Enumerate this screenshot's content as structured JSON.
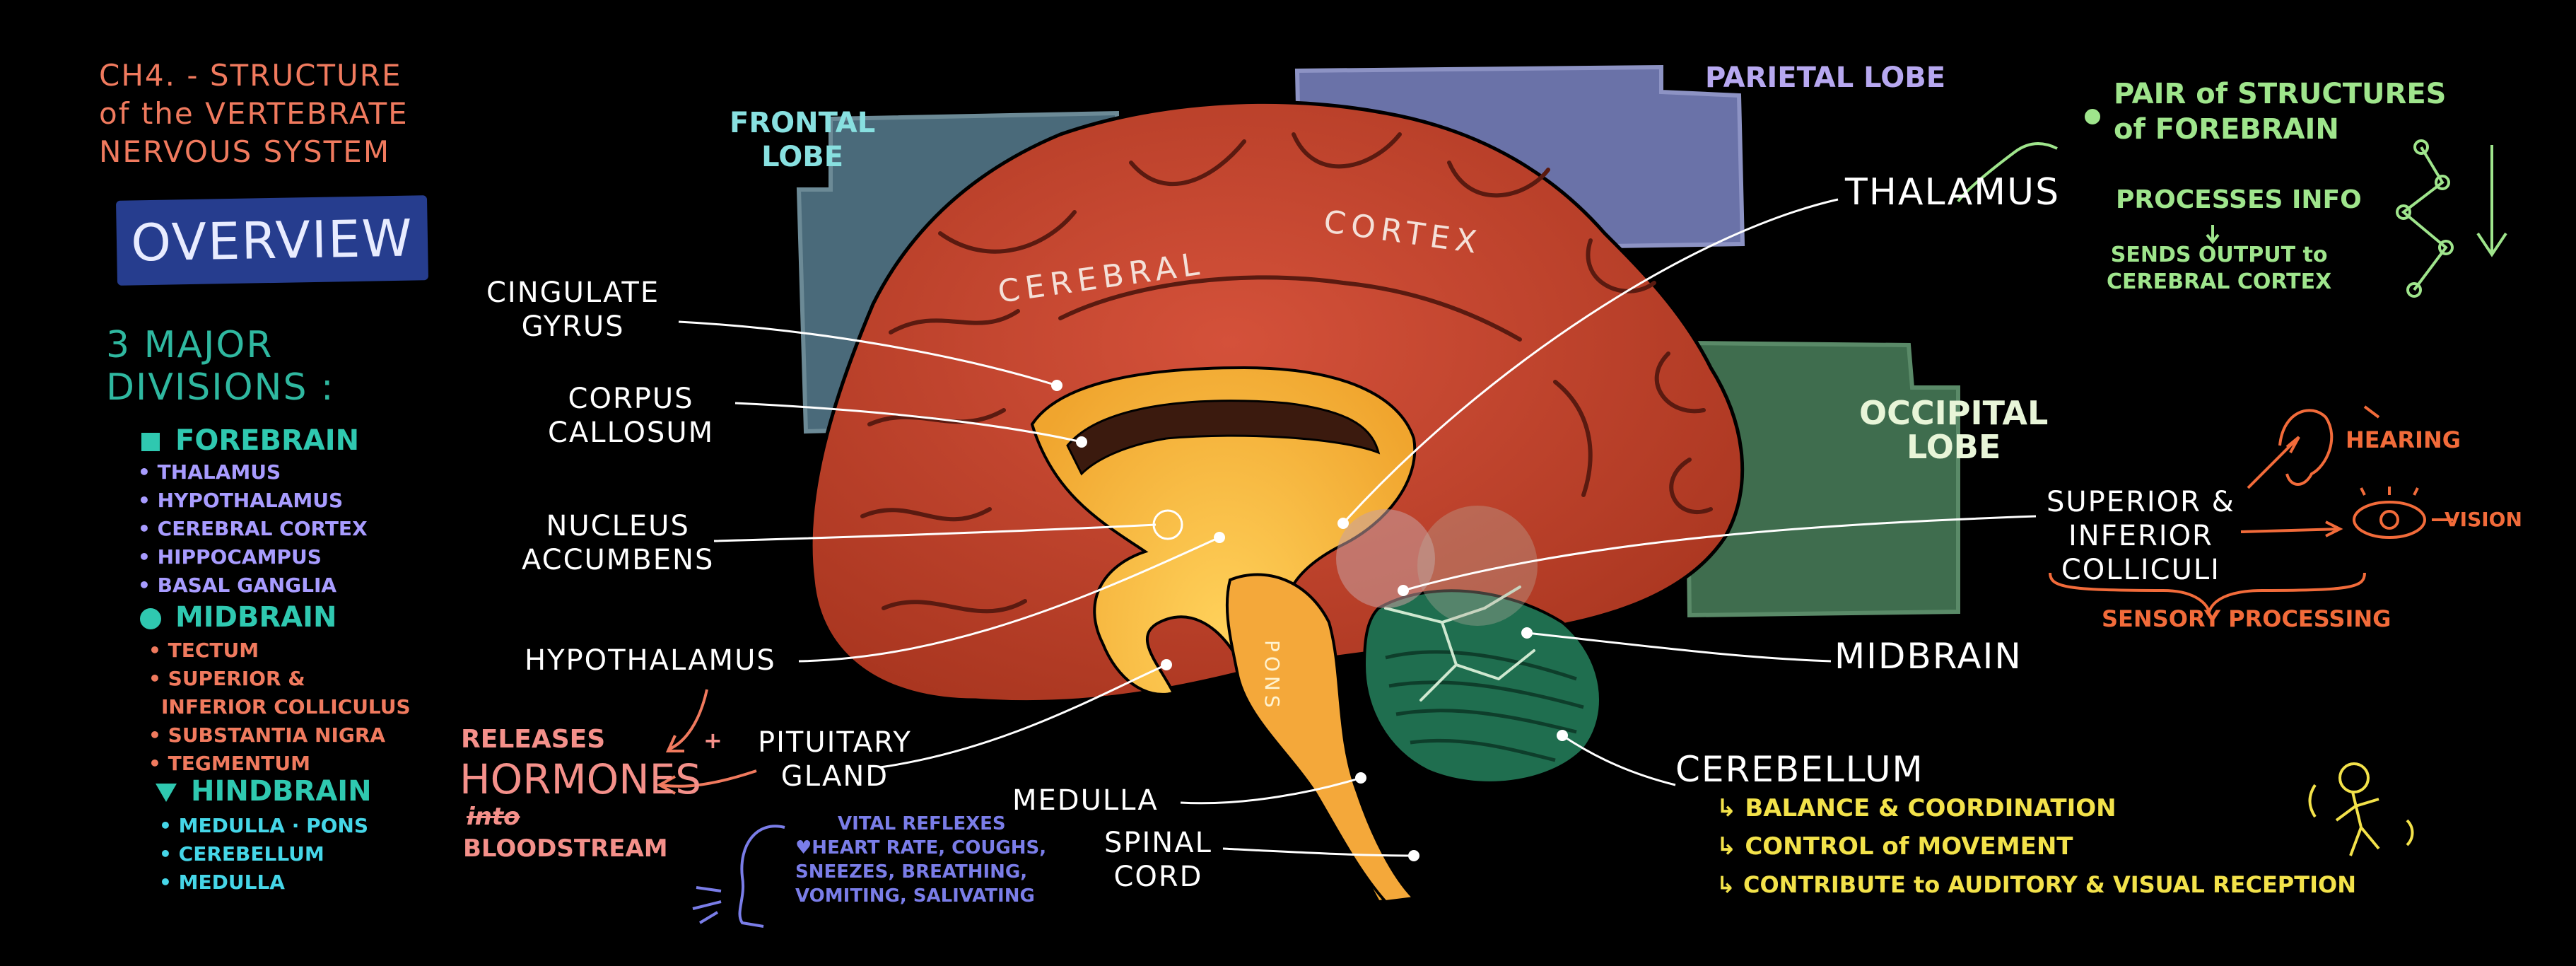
{
  "title": {
    "lines": [
      "CH4. - STRUCTURE",
      "of the VERTEBRATE",
      "NERVOUS SYSTEM"
    ]
  },
  "overview_label": "OVERVIEW",
  "divisions": {
    "heading_lines": [
      "3 MAJOR",
      "DIVISIONS :"
    ],
    "forebrain": {
      "title": "FOREBRAIN",
      "items": [
        "THALAMUS",
        "HYPOTHALAMUS",
        "CEREBRAL CORTEX",
        "HIPPOCAMPUS",
        "BASAL GANGLIA"
      ]
    },
    "midbrain": {
      "title": "MIDBRAIN",
      "items": [
        "TECTUM",
        "SUPERIOR &",
        "INFERIOR COLLICULUS",
        "SUBSTANTIA NIGRA",
        "TEGMENTUM"
      ]
    },
    "hindbrain": {
      "title": "HINDBRAIN",
      "items": [
        "MEDULLA · PONS",
        "CEREBELLUM",
        "MEDULLA"
      ]
    }
  },
  "lobes": {
    "frontal": [
      "FRONTAL",
      "LOBE"
    ],
    "parietal": "PARIETAL LOBE",
    "occipital": [
      "OCCIPITAL",
      "LOBE"
    ]
  },
  "brain_text": {
    "cortex_words": [
      "CEREBRAL",
      "CORTEX"
    ],
    "pons": "PONS"
  },
  "labels": {
    "cingulate": [
      "CINGULATE",
      "GYRUS"
    ],
    "corpus": [
      "CORPUS",
      "CALLOSUM"
    ],
    "nucleus": [
      "NUCLEUS",
      "ACCUMBENS"
    ],
    "hypothalamus": "HYPOTHALAMUS",
    "pituitary": [
      "PITUITARY",
      "GLAND"
    ],
    "medulla": "MEDULLA",
    "spinal": [
      "SPINAL",
      "CORD"
    ],
    "thalamus": "THALAMUS",
    "colliculi": [
      "SUPERIOR &",
      "INFERIOR",
      "COLLICULI"
    ],
    "midbrain": "MIDBRAIN",
    "cerebellum": "CEREBELLUM"
  },
  "thalamus_notes": {
    "pair": [
      "PAIR of STRUCTURES",
      "of FOREBRAIN"
    ],
    "processes": "PROCESSES INFO",
    "sends": [
      "SENDS OUTPUT to",
      "CEREBRAL CORTEX"
    ]
  },
  "colliculi_notes": {
    "hearing": "HEARING",
    "vision": "VISION",
    "sensory": "SENSORY PROCESSING"
  },
  "cerebellum_notes": [
    "↳ BALANCE & COORDINATION",
    "↳ CONTROL of MOVEMENT",
    "↳ CONTRIBUTE to AUDITORY & VISUAL RECEPTION"
  ],
  "hormones_note": {
    "releases": "RELEASES",
    "hormones": "HORMONES",
    "into": "into",
    "bloodstream": "BLOODSTREAM",
    "plus": "+"
  },
  "medulla_note": {
    "heading": "VITAL REFLEXES",
    "lines": [
      "♥HEART RATE, COUGHS,",
      "SNEEZES, BREATHING,",
      "VOMITING, SALIVATING"
    ]
  },
  "colors": {
    "background": "#000000",
    "cortex": "#c6442e",
    "cortex_dark": "#8e2a1c",
    "deep": "#f4b63a",
    "cerebellum": "#1f6e4f",
    "frontal_lobe": "#4a6a7a",
    "parietal_lobe": "#6a72a8",
    "occipital_lobe": "#3f6d4e"
  }
}
